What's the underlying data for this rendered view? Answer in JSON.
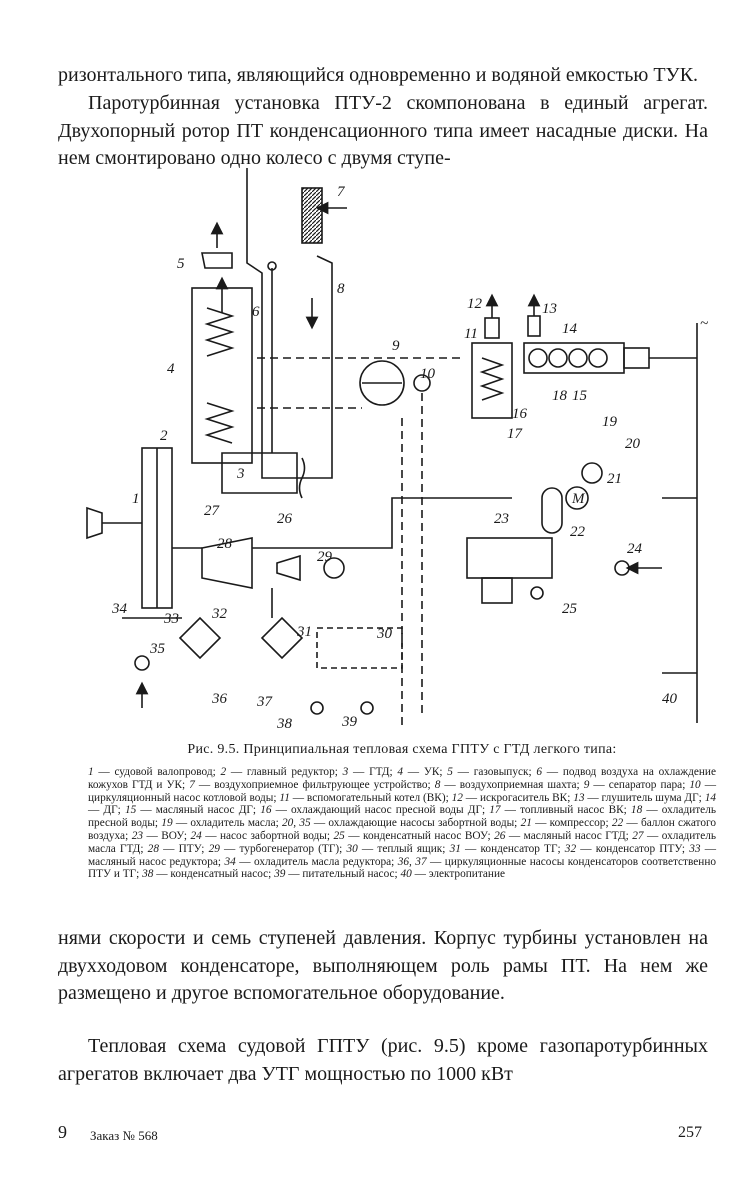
{
  "text": {
    "para1": "ризонтального типа, являющийся одновременно и водяной емкостью ТУК.",
    "para2": "Паротурбинная установка ПТУ-2 скомпонована в единый агрегат. Двухопорный ротор ПТ конденсационного типа имеет насадные диски. На нем смонтировано одно колесо с двумя ступе-",
    "para3": "нями скорости и семь ступеней давления. Корпус турбины установлен на двухходовом конденсаторе, выполняющем роль рамы ПТ. На нем же размещено и другое вспомогательное оборудование.",
    "para4": "Тепловая схема судовой ГПТУ (рис. 9.5) кроме газопаротурбинных агрегатов включает два УТГ мощностью по 1000 кВт"
  },
  "figure": {
    "caption": "Рис. 9.5. Принципиальная тепловая схема ГПТУ с ГТД легкого типа:",
    "legend": [
      {
        "n": "1",
        "t": "судовой валопровод;"
      },
      {
        "n": "2",
        "t": "главный редуктор;"
      },
      {
        "n": "3",
        "t": "ГТД;"
      },
      {
        "n": "4",
        "t": "УК;"
      },
      {
        "n": "5",
        "t": "газовыпуск;"
      },
      {
        "n": "6",
        "t": "подвод воздуха на охлаждение кожухов ГТД и УК;"
      },
      {
        "n": "7",
        "t": "воздухоприемное фильтрующее устройство;"
      },
      {
        "n": "8",
        "t": "воздухоприемная шахта;"
      },
      {
        "n": "9",
        "t": "сепаратор пара;"
      },
      {
        "n": "10",
        "t": "циркуляционный насос котловой воды;"
      },
      {
        "n": "11",
        "t": "вспомогательный котел (ВК);"
      },
      {
        "n": "12",
        "t": "искрогаситель ВК;"
      },
      {
        "n": "13",
        "t": "глушитель шума ДГ;"
      },
      {
        "n": "14",
        "t": "ДГ;"
      },
      {
        "n": "15",
        "t": "масляный насос ДГ;"
      },
      {
        "n": "16",
        "t": "охлаждающий насос пресной воды ДГ;"
      },
      {
        "n": "17",
        "t": "топливный насос ВК;"
      },
      {
        "n": "18",
        "t": "охладитель пресной воды;"
      },
      {
        "n": "19",
        "t": "охладитель масла;"
      },
      {
        "n": "20, 35",
        "t": "охлаждающие насосы забортной воды;"
      },
      {
        "n": "21",
        "t": "компрессор;"
      },
      {
        "n": "22",
        "t": "баллон сжатого воздуха;"
      },
      {
        "n": "23",
        "t": "ВОУ;"
      },
      {
        "n": "24",
        "t": "насос забортной воды;"
      },
      {
        "n": "25",
        "t": "конденсатный насос ВОУ;"
      },
      {
        "n": "26",
        "t": "масляный насос ГТД;"
      },
      {
        "n": "27",
        "t": "охладитель масла ГТД;"
      },
      {
        "n": "28",
        "t": "ПТУ;"
      },
      {
        "n": "29",
        "t": "турбогенератор (ТГ);"
      },
      {
        "n": "30",
        "t": "теплый ящик;"
      },
      {
        "n": "31",
        "t": "конденсатор ТГ;"
      },
      {
        "n": "32",
        "t": "конденсатор ПТУ;"
      },
      {
        "n": "33",
        "t": "масляный насос редуктора;"
      },
      {
        "n": "34",
        "t": "охладитель масла редуктора;"
      },
      {
        "n": "36, 37",
        "t": "циркуляционные насосы конденсаторов соответственно ПТУ и ТГ;"
      },
      {
        "n": "38",
        "t": "конденсатный насос;"
      },
      {
        "n": "39",
        "t": "питательный насос;"
      },
      {
        "n": "40",
        "t": "электропитание"
      }
    ],
    "labels": [
      "1",
      "2",
      "3",
      "4",
      "5",
      "6",
      "7",
      "8",
      "9",
      "10",
      "11",
      "12",
      "13",
      "14",
      "15",
      "16",
      "17",
      "18",
      "19",
      "20",
      "21",
      "22",
      "23",
      "24",
      "25",
      "26",
      "27",
      "28",
      "29",
      "30",
      "31",
      "32",
      "33",
      "34",
      "35",
      "36",
      "37",
      "38",
      "39",
      "40",
      "~",
      "M"
    ]
  },
  "footer": {
    "left": "9",
    "order": "Заказ № 568",
    "page": "257"
  }
}
